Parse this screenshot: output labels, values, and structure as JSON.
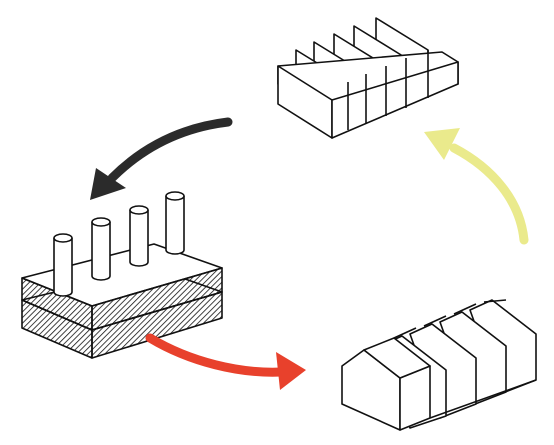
{
  "illustration": {
    "parts": [
      {
        "name": "fin-heatsink-component"
      },
      {
        "name": "pin-stack-component"
      },
      {
        "name": "house-block-component"
      }
    ],
    "arrows": [
      {
        "name": "dark-arrow",
        "color": "#2b2b2b"
      },
      {
        "name": "red-arrow",
        "color": "#e8412c"
      },
      {
        "name": "yellow-arrow",
        "color": "#eaea8c"
      }
    ],
    "line_color": "#111111",
    "background": "#ffffff"
  }
}
